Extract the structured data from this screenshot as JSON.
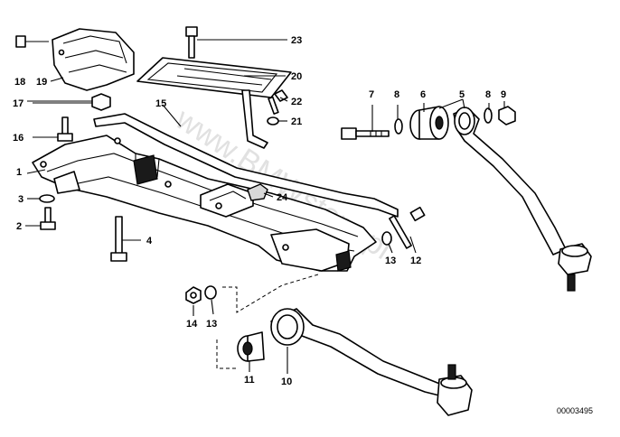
{
  "callouts": {
    "c1": "1",
    "c2": "2",
    "c3": "3",
    "c4": "4",
    "c5": "5",
    "c6": "6",
    "c7": "7",
    "c8a": "8",
    "c8b": "8",
    "c9": "9",
    "c10": "10",
    "c11": "11",
    "c12": "12",
    "c13a": "13",
    "c13b": "13",
    "c14": "14",
    "c15": "15",
    "c16": "16",
    "c17": "17",
    "c18": "18",
    "c19": "19",
    "c20": "20",
    "c21": "21",
    "c22": "22",
    "c23": "23",
    "c24": "24"
  },
  "watermark": "www.BMWstore.pl",
  "drawing_number": "00003495"
}
